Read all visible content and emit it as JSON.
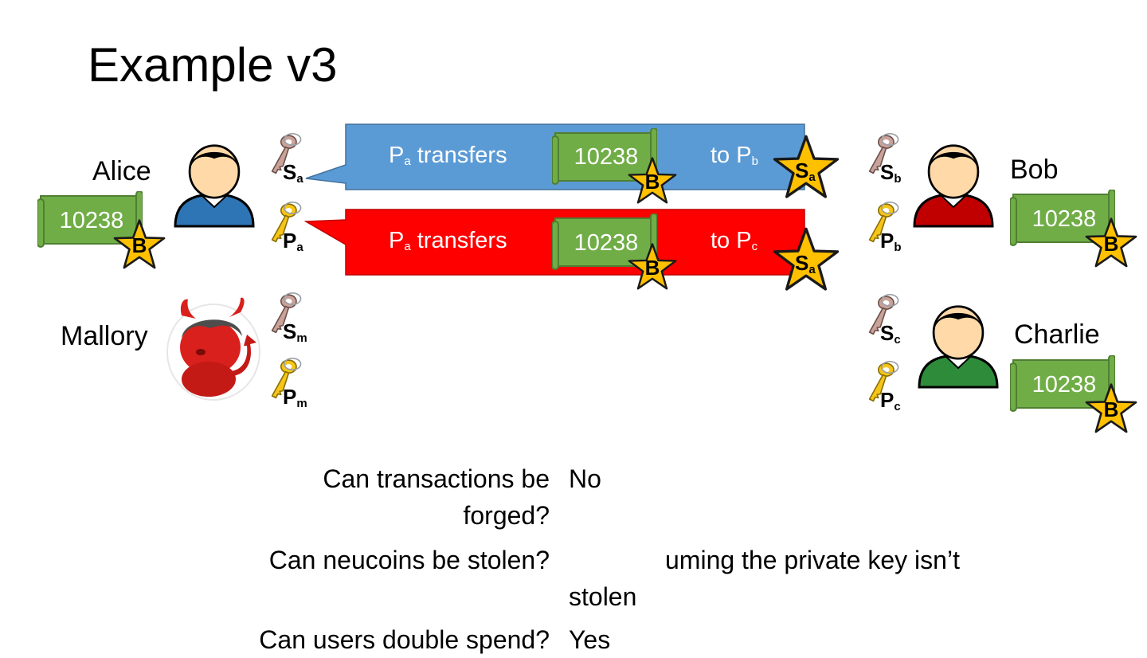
{
  "slide": {
    "title": "Example v3"
  },
  "colors": {
    "msg_blue": "#5b9bd5",
    "msg_red": "#ff0000",
    "scroll_green": "#70ad47",
    "star_gold": "#ffc000",
    "shirt_alice": "#2e75b6",
    "shirt_bob": "#c00000",
    "shirt_charlie": "#2e8b3a"
  },
  "people": {
    "alice": {
      "name": "Alice",
      "secret_key": "S",
      "secret_sub": "a",
      "public_key": "P",
      "public_sub": "a",
      "coin": "10238",
      "coin_mark": "B"
    },
    "bob": {
      "name": "Bob",
      "secret_key": "S",
      "secret_sub": "b",
      "public_key": "P",
      "public_sub": "b",
      "coin": "10238",
      "coin_mark": "B"
    },
    "charlie": {
      "name": "Charlie",
      "secret_key": "S",
      "secret_sub": "c",
      "public_key": "P",
      "public_sub": "c",
      "coin": "10238",
      "coin_mark": "B"
    },
    "mallory": {
      "name": "Mallory",
      "secret_key": "S",
      "secret_sub": "m",
      "public_key": "P",
      "public_sub": "m"
    }
  },
  "transactions": [
    {
      "from": "P",
      "from_sub": "a",
      "verb": "transfers",
      "coin": "10238",
      "coin_mark": "B",
      "to": "to P",
      "to_sub": "b",
      "sig": "S",
      "sig_sub": "a"
    },
    {
      "from": "P",
      "from_sub": "a",
      "verb": "transfers",
      "coin": "10238",
      "coin_mark": "B",
      "to": "to P",
      "to_sub": "c",
      "sig": "S",
      "sig_sub": "a"
    }
  ],
  "qa": [
    {
      "q": "Can transactions be forged?",
      "a": "No"
    },
    {
      "q": "Can neucoins be stolen?",
      "a": "uming the private key isn’t stolen"
    },
    {
      "q": "Can users double spend?",
      "a": "Yes"
    }
  ]
}
